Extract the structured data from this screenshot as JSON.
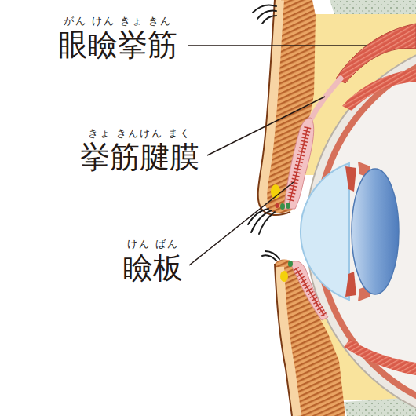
{
  "diagram": {
    "labels": [
      "がん けん きょ きん",
      "眼瞼挙筋",
      "きょ きんけん まく",
      "挙筋腱膜",
      "けん ばん",
      "瞼板"
    ]
  }
}
